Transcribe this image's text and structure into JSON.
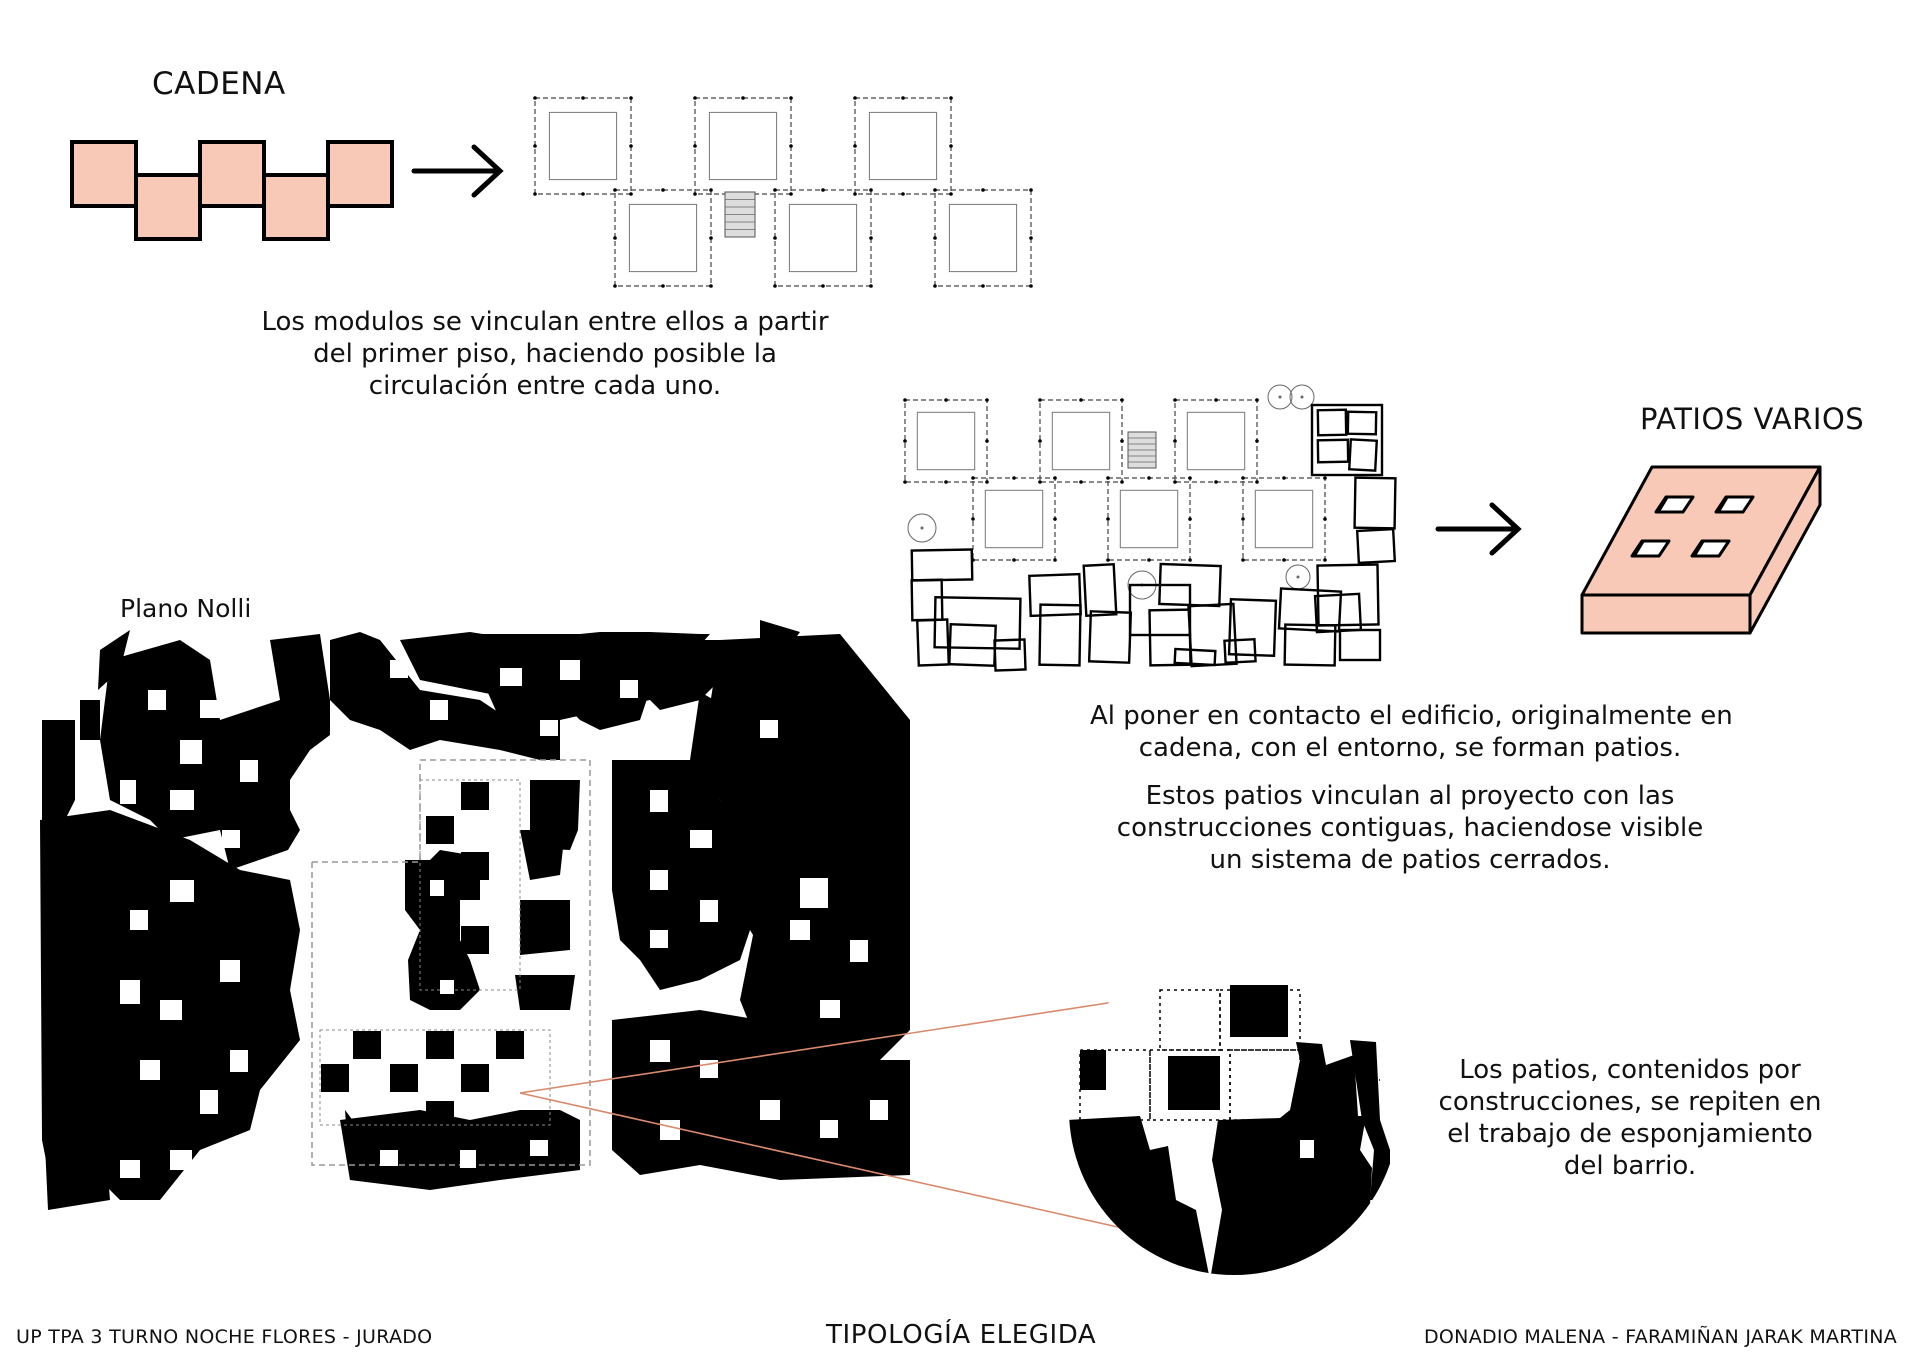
{
  "colors": {
    "module_fill": "#f7c9b6",
    "ink": "#000000",
    "zoom_line": "#d98a6c"
  },
  "sections": {
    "cadena": {
      "title": "CADENA",
      "description": [
        "Los modulos se vinculan entre ellos a partir",
        "del primer piso, haciendo posible la",
        "circulación entre cada uno."
      ]
    },
    "patios": {
      "title": "PATIOS VARIOS",
      "description_1": [
        "Al poner en contacto el edificio, originalmente en",
        "cadena, con el entorno, se forman patios."
      ],
      "description_2": [
        "Estos patios vinculan al proyecto con las",
        "construcciones contiguas, haciendose visible",
        "un sistema de patios cerrados."
      ]
    },
    "nolli": {
      "title": "Plano Nolli",
      "description": [
        "Los patios, contenidos por",
        "construcciones, se repiten en",
        "el trabajo de esponjamiento",
        "del barrio."
      ]
    }
  },
  "footer": {
    "left": "UP TPA 3 TURNO NOCHE FLORES - JURADO",
    "center": "TIPOLOGÍA ELEGIDA",
    "right": "DONADIO MALENA - FARAMIÑAN JARAK MARTINA"
  }
}
